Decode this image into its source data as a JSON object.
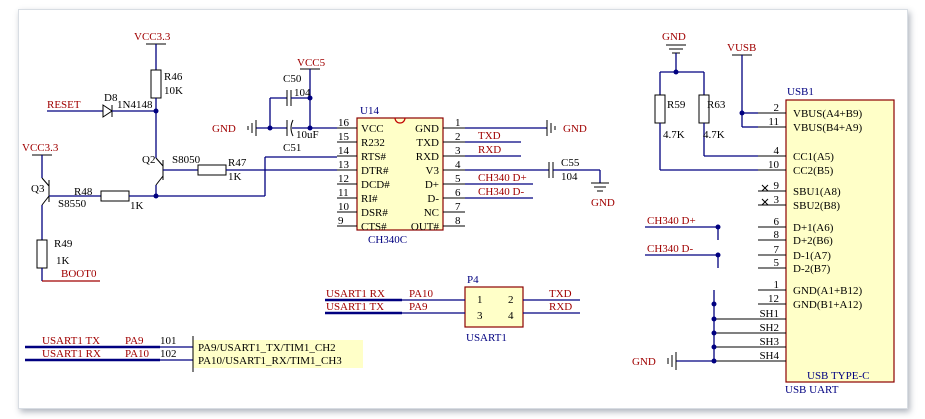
{
  "power": {
    "vcc33_a": "VCC3.3",
    "vcc33_b": "VCC3.3",
    "vcc5": "VCC5",
    "vusb": "VUSB",
    "gnd_c50": "GND",
    "gnd_u14": "GND",
    "gnd_c55": "GND",
    "gnd_usb_top": "GND",
    "gnd_usb_bottom": "GND"
  },
  "nets": {
    "reset": "RESET",
    "boot0": "BOOT0",
    "txd": "TXD",
    "rxd": "RXD",
    "ch340_dp": "CH340  D+",
    "ch340_dm": "CH340  D-",
    "usb_dp": "CH340  D+",
    "usb_dm": "CH340  D-",
    "p4_txd": "TXD",
    "p4_rxd": "RXD",
    "usart1_rx_a": "USART1  RX",
    "usart1_tx_a": "USART1  TX",
    "usart1_tx_b": "USART1  TX",
    "usart1_rx_b": "USART1  RX"
  },
  "parts": {
    "r46": {
      "ref": "R46",
      "val": "10K"
    },
    "r47": {
      "ref": "R47",
      "val": "1K"
    },
    "r48": {
      "ref": "R48",
      "val": "1K"
    },
    "r49": {
      "ref": "R49",
      "val": "1K"
    },
    "r59": {
      "ref": "R59",
      "val": "4.7K"
    },
    "r63": {
      "ref": "R63",
      "val": "4.7K"
    },
    "d8": {
      "ref": "D8",
      "val": "1N4148"
    },
    "q2": {
      "ref": "Q2",
      "val": "S8050"
    },
    "q3": {
      "ref": "Q3",
      "val": "S8550"
    },
    "c50": {
      "ref": "C50",
      "val": "104"
    },
    "c51": {
      "ref": "C51",
      "val": "10uF"
    },
    "c55": {
      "ref": "C55",
      "val": "104"
    }
  },
  "u14": {
    "ref": "U14",
    "name": "CH340C",
    "left_pins": [
      {
        "num": "16",
        "name": "VCC"
      },
      {
        "num": "15",
        "name": "R232"
      },
      {
        "num": "14",
        "name": "RTS#"
      },
      {
        "num": "13",
        "name": "DTR#"
      },
      {
        "num": "12",
        "name": "DCD#"
      },
      {
        "num": "11",
        "name": "RI#"
      },
      {
        "num": "10",
        "name": "DSR#"
      },
      {
        "num": "9",
        "name": "CTS#"
      }
    ],
    "right_pins": [
      {
        "num": "1",
        "name": "GND"
      },
      {
        "num": "2",
        "name": "TXD"
      },
      {
        "num": "3",
        "name": "RXD"
      },
      {
        "num": "4",
        "name": "V3"
      },
      {
        "num": "5",
        "name": "D+"
      },
      {
        "num": "6",
        "name": "D-"
      },
      {
        "num": "7",
        "name": "NC"
      },
      {
        "num": "8",
        "name": "OUT#"
      }
    ]
  },
  "p4": {
    "ref": "P4",
    "name": "USART1",
    "pins": [
      "1",
      "2",
      "3",
      "4"
    ],
    "pa10": "PA10",
    "pa9": "PA9"
  },
  "usb1": {
    "ref": "USB1",
    "type": "USB TYPE-C",
    "name": "USB UART",
    "pins": [
      {
        "num": "2",
        "name": "VBUS(A4+B9)"
      },
      {
        "num": "11",
        "name": "VBUS(B4+A9)"
      },
      {
        "num": "4",
        "name": "CC1(A5)"
      },
      {
        "num": "10",
        "name": "CC2(B5)"
      },
      {
        "num": "9",
        "name": "SBU1(A8)"
      },
      {
        "num": "3",
        "name": "SBU2(B8)"
      },
      {
        "num": "6",
        "name": "D+1(A6)"
      },
      {
        "num": "8",
        "name": "D+2(B6)"
      },
      {
        "num": "7",
        "name": "D-1(A7)"
      },
      {
        "num": "5",
        "name": "D-2(B7)"
      },
      {
        "num": "1",
        "name": "GND(A1+B12)"
      },
      {
        "num": "12",
        "name": "GND(B1+A12)"
      },
      {
        "num": "SH1",
        "name": ""
      },
      {
        "num": "SH2",
        "name": ""
      },
      {
        "num": "SH3",
        "name": ""
      },
      {
        "num": "SH4",
        "name": ""
      }
    ]
  },
  "mcu_port": {
    "tx_pin": "PA9",
    "rx_pin": "PA10",
    "tx_num": "101",
    "rx_num": "102",
    "tx_label": "PA9/USART1_TX/TIM1_CH2",
    "rx_label": "PA10/USART1_RX/TIM1_CH3"
  },
  "colors": {
    "wire": "#000080",
    "net_label": "#a00000",
    "ic_fill": "#ffffc8",
    "ic_border": "#8b0000"
  }
}
